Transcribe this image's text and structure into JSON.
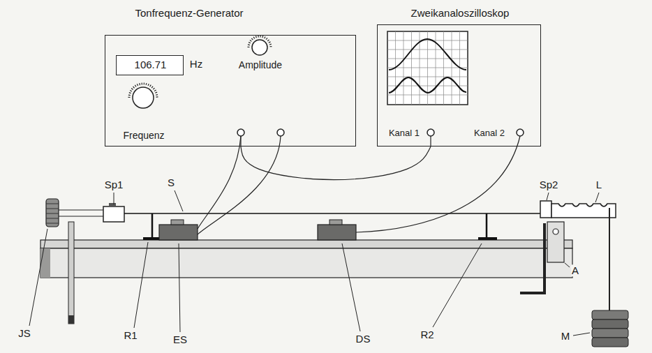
{
  "diagram": {
    "nodes": [
      {
        "text": [
          "Tonfrequenz-Generator",
          "Hz",
          "Frequenz",
          "Amplitude"
        ]
      },
      {
        "text": [
          "106.71"
        ],
        "in": 0
      },
      {
        "text": [
          "Zweikanaloszilloskop",
          "Kanal 1",
          "Kanal 2"
        ]
      }
    ],
    "edges": [
      {
        "from": 0,
        "to": 2,
        "arrow": "none"
      }
    ],
    "labels": [
      "Sp1",
      "S",
      "Sp2",
      "L",
      "JS",
      "R1",
      "ES",
      "DS",
      "R2",
      "A",
      "M"
    ]
  }
}
